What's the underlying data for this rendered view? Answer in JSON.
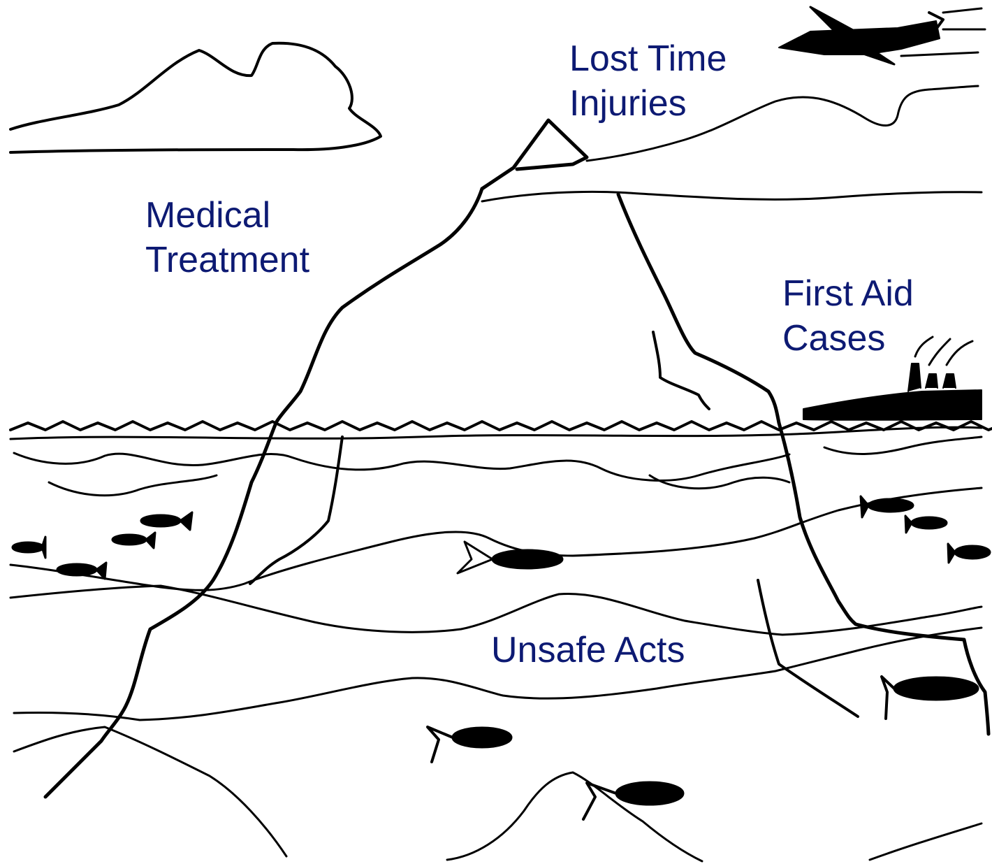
{
  "labels": {
    "lost_time": [
      "Lost Time",
      "Injuries"
    ],
    "medical": [
      "Medical",
      "Treatment"
    ],
    "first_aid": [
      "First Aid",
      "Cases"
    ],
    "unsafe": [
      "Unsafe Acts"
    ]
  },
  "colors": {
    "text": "#0d1a73",
    "ink": "#000000",
    "background": "#ffffff"
  }
}
